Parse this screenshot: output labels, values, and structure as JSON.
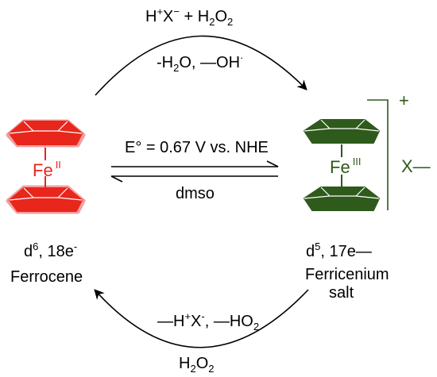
{
  "colors": {
    "ferrocene": "#e8261c",
    "ferrocene_shadow": "#f0a0a0",
    "ferricenium": "#2e5a1b",
    "arrow": "#000000"
  },
  "top_arrow": {
    "reagent_above": {
      "a": "H",
      "a_sup": "+",
      "b": "X",
      "b_sup": "−",
      "c": " + H",
      "c_sub": "2",
      "d": "O",
      "d_sub": "2"
    },
    "byproduct_below": {
      "a": "-H",
      "a_sub": "2",
      "b": "O, —OH",
      "b_sup": "·"
    }
  },
  "equilibrium": {
    "label_above": "E° = 0.67 V vs. NHE",
    "label_below": "dmso"
  },
  "ferrocene": {
    "metal": "Fe",
    "oxidation_state": "II",
    "config": {
      "d": "d",
      "d_sup": "6",
      "rest": ", 18e",
      "rest_sup": "-"
    },
    "name": "Ferrocene"
  },
  "ferricenium": {
    "metal": "Fe",
    "oxidation_state": "III",
    "charge": "+",
    "counterion": "X—",
    "config": {
      "d": "d",
      "d_sup": "5",
      "rest": ", 17e—"
    },
    "name_line1": "Ferricenium",
    "name_line2": "salt"
  },
  "bottom_arrow": {
    "byproduct_above": {
      "a": "—H",
      "a_sup": "+",
      "b": "X",
      "b_sup": "-",
      "c": ", —HO",
      "c_sub": "2"
    },
    "reagent_below": {
      "a": "H",
      "a_sub": "2",
      "b": "O",
      "b_sub": "2"
    }
  }
}
